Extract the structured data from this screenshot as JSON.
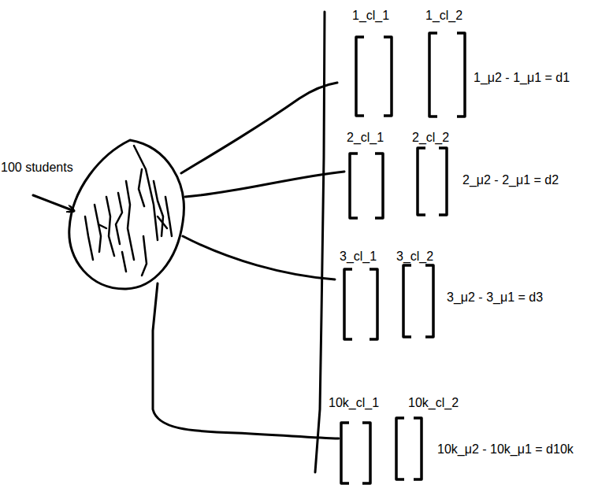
{
  "diagram": {
    "labels": [
      "100 students",
      "1_cl_1",
      "1_cl_2",
      "1_μ2 - 1_μ1 = d1",
      "2_cl_1",
      "2_cl_2",
      "2_μ2 - 2_μ1 = d2",
      "3_cl_1",
      "3_cl_2",
      "3_μ2 - 3_μ1 = d3",
      "10k_cl_1",
      "10k_cl_2",
      "10k_μ2 - 10k_μ1 = d10k"
    ]
  }
}
